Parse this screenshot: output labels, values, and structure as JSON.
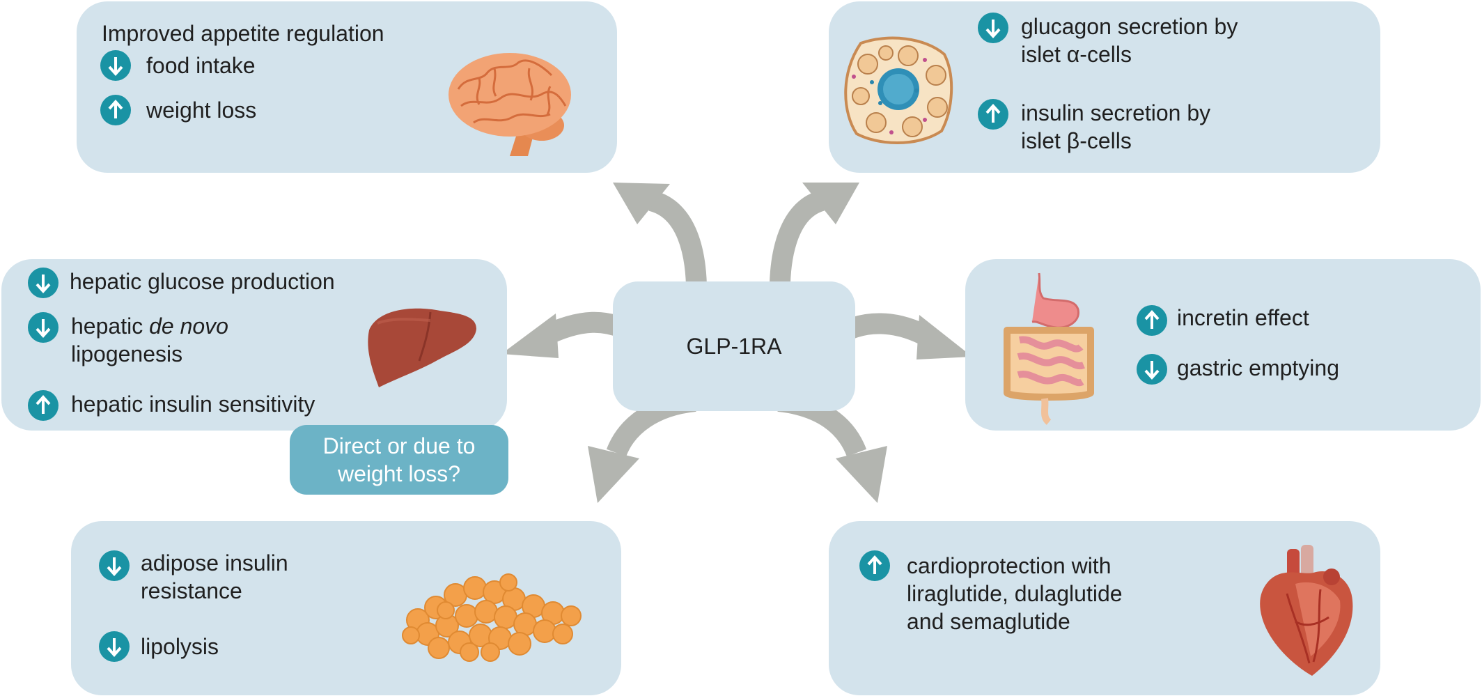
{
  "center": {
    "label": "GLP-1RA"
  },
  "brain_panel": {
    "heading": "Improved appetite regulation",
    "items": [
      {
        "text": "food intake",
        "direction": "down"
      },
      {
        "text": "weight loss",
        "direction": "up"
      }
    ]
  },
  "pancreas_panel": {
    "items": [
      {
        "line1": "glucagon secretion by",
        "line2": "islet α-cells",
        "direction": "down"
      },
      {
        "line1": "insulin secretion by",
        "line2": "islet β-cells",
        "direction": "up"
      }
    ]
  },
  "liver_panel": {
    "items": [
      {
        "text": "hepatic glucose production",
        "direction": "down"
      },
      {
        "line1_prefix": "hepatic ",
        "line1_italic": "de novo",
        "line2": "lipogenesis",
        "direction": "down"
      },
      {
        "text": "hepatic insulin sensitivity",
        "direction": "up"
      }
    ],
    "note": {
      "line1": "Direct or due to",
      "line2": "weight loss?"
    }
  },
  "gut_panel": {
    "items": [
      {
        "text": "incretin effect",
        "direction": "up"
      },
      {
        "text": "gastric emptying",
        "direction": "down"
      }
    ]
  },
  "adipose_panel": {
    "items": [
      {
        "line1": "adipose insulin",
        "line2": "resistance",
        "direction": "down"
      },
      {
        "text": "lipolysis",
        "direction": "down"
      }
    ]
  },
  "heart_panel": {
    "items": [
      {
        "line1": "cardioprotection with",
        "line2": "liraglutide, dulaglutide",
        "line3": "and semaglutide",
        "direction": "up"
      }
    ]
  },
  "colors": {
    "panel": "#d3e3ec",
    "badge": "#1a93a4",
    "arrow": "#b3b5b0",
    "note": "#6cb3c6"
  }
}
